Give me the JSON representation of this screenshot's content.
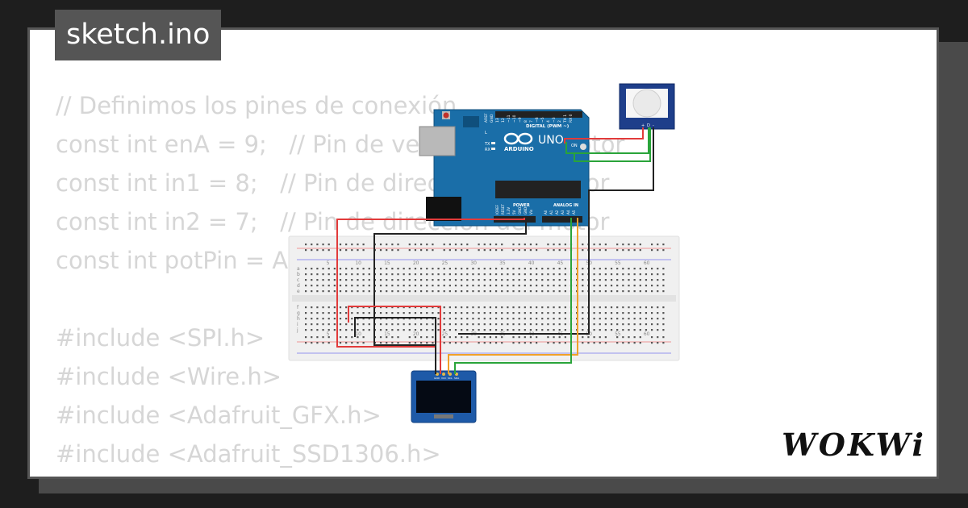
{
  "title": "sketch.ino",
  "code_lines": [
    "// Definimos los pines de conexión",
    "const int enA = 9;   // Pin de velocidad del motor",
    "const int in1 = 8;   // Pin de dirección del motor",
    "const int in2 = 7;   // Pin de dirección del motor",
    "const int potPin = A0;",
    "",
    "#include <SPI.h>",
    "#include <Wire.h>",
    "#include <Adafruit_GFX.h>",
    "#include <Adafruit_SSD1306.h>"
  ],
  "arduino": {
    "model_label": "UNO",
    "brand_label": "ARDUINO",
    "header_labels": [
      "AREF",
      "GND",
      "13",
      "12",
      "~11",
      "~10",
      "~9",
      "8",
      "7",
      "~6",
      "~5",
      "4",
      "~3",
      "2",
      "TX 1",
      "RX 0"
    ],
    "digital_label": "DIGITAL (PWM ~)",
    "led_labels": [
      "L",
      "TX",
      "RX"
    ],
    "on_label": "ON",
    "power_label": "POWER",
    "analog_label": "ANALOG IN",
    "power_pins": [
      "IOREF",
      "RESET",
      "3.3V",
      "5V",
      "GND",
      "GND",
      "Vin"
    ],
    "analog_pins": [
      "A0",
      "A1",
      "A2",
      "A3",
      "A4",
      "A5"
    ]
  },
  "pir": {
    "pin_labels": [
      "+",
      "D",
      "-"
    ]
  },
  "breadboard": {
    "columns_top": [
      "5",
      "10",
      "15",
      "20",
      "25",
      "30",
      "35",
      "40",
      "45",
      "50",
      "55",
      "60"
    ],
    "columns_bottom": [
      "5",
      "10",
      "15",
      "20",
      "25",
      "30",
      "35",
      "40",
      "45",
      "50",
      "55",
      "60"
    ],
    "rows_top": [
      "a",
      "b",
      "c",
      "d",
      "e"
    ],
    "rows_bottom": [
      "f",
      "g",
      "h",
      "i",
      "j"
    ]
  },
  "oled": {
    "pin_labels": [
      "GND",
      "VCC",
      "SCL",
      "SDA"
    ]
  },
  "brand": "WOKWi",
  "colors": {
    "arduino_blue": "#1a6ea8",
    "wire_red": "#e23b3b",
    "wire_black": "#222222",
    "wire_green": "#2aa43a",
    "wire_orange": "#f0a028",
    "code_text": "#d6d6d6"
  }
}
